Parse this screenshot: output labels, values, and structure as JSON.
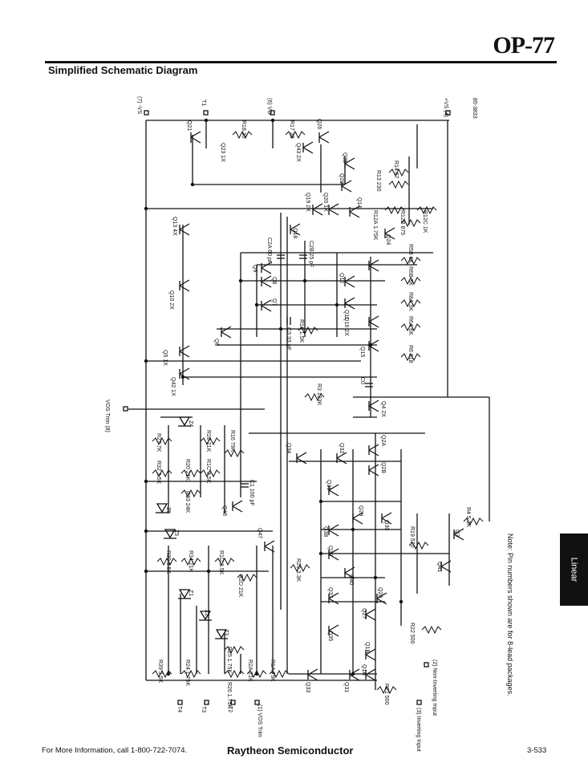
{
  "header": {
    "part_number": "OP-77",
    "title": "Simplified Schematic Diagram"
  },
  "side_tab": {
    "label": "Linear"
  },
  "note": "Note: Pin numbers shown are for 8-lead packages.",
  "footer": {
    "info": "For More Information, call 1-800-722-7074.",
    "company": "Raytheon Semiconductor",
    "page": "3-533"
  },
  "schematic": {
    "drawing_id": "85-3833",
    "pins": [
      {
        "id": "pin-v-neg",
        "label": "(7) -VS"
      },
      {
        "id": "pin-t1",
        "label": "T1"
      },
      {
        "id": "pin-vo",
        "label": "(6) VO"
      },
      {
        "id": "pin-v-pos",
        "label": "+VS (4)"
      },
      {
        "id": "pin-vos-trim-8",
        "label": "VOS Trim (8)"
      },
      {
        "id": "pin-vos-trim-1",
        "label": "(1) VOS Trim"
      },
      {
        "id": "pin-t4",
        "label": "T4"
      },
      {
        "id": "pin-t3",
        "label": "T3"
      },
      {
        "id": "pin-t2",
        "label": "T2"
      },
      {
        "id": "pin-inverting",
        "label": "(3) Inverting Input"
      },
      {
        "id": "pin-noninverting",
        "label": "(2) Non-Inverting Input"
      }
    ],
    "transistors": [
      "Q21",
      "Q23 1X",
      "Q43 2X",
      "Q26",
      "Q25",
      "Q22",
      "Q19 2X",
      "Q20 1X",
      "Q14",
      "Q18",
      "Q13 4X",
      "Q24",
      "Q9",
      "Q8",
      "Q7",
      "Q10 2X",
      "Q6",
      "Q12",
      "Q11",
      "Q16 2X",
      "Q15",
      "Q5 1X",
      "Q42 1X",
      "Q4 2X",
      "Q34",
      "Q32",
      "Q2A",
      "Q2B",
      "Q36",
      "Q29",
      "Q30",
      "Q38",
      "Q39",
      "Q40",
      "Q46",
      "Q47",
      "Q37",
      "Q28",
      "Q27",
      "Q35",
      "Q31",
      "Q1A",
      "Q1B",
      "Q33",
      "Q3",
      "Q41",
      "Z1",
      "Z2",
      "Z3",
      "Z4",
      "Z5",
      "Z6"
    ],
    "resistors": [
      "R18 30",
      "R17 30",
      "R13 230",
      "R14 67",
      "R12A 1.75K",
      "R12B 875",
      "R12C 1K",
      "R5B 6K",
      "R6B 3K",
      "R8A 3K",
      "R6A 6K",
      "R6 818",
      "R16 1.5K",
      "R3 133K",
      "R27 7K",
      "R28 21K",
      "R16 79K",
      "R32 3.5K",
      "R20 21K",
      "R1C 3.5K",
      "R33 24K",
      "R30 3.5K",
      "R34 21K",
      "R1D 3.5K",
      "R2D 21K",
      "R29 3.3K",
      "R19 520",
      "R4 5.3K",
      "R22 500",
      "R39 3.5K",
      "R24 1.75K",
      "R25 1.75K",
      "R26 1.75K",
      "R2A 21K",
      "R1A 79K",
      "R21 500"
    ],
    "capacitors": [
      "C2A 60 pF",
      "C2B 25 pF",
      "C3 33 pF",
      "C1 100 pF",
      "C0"
    ]
  }
}
